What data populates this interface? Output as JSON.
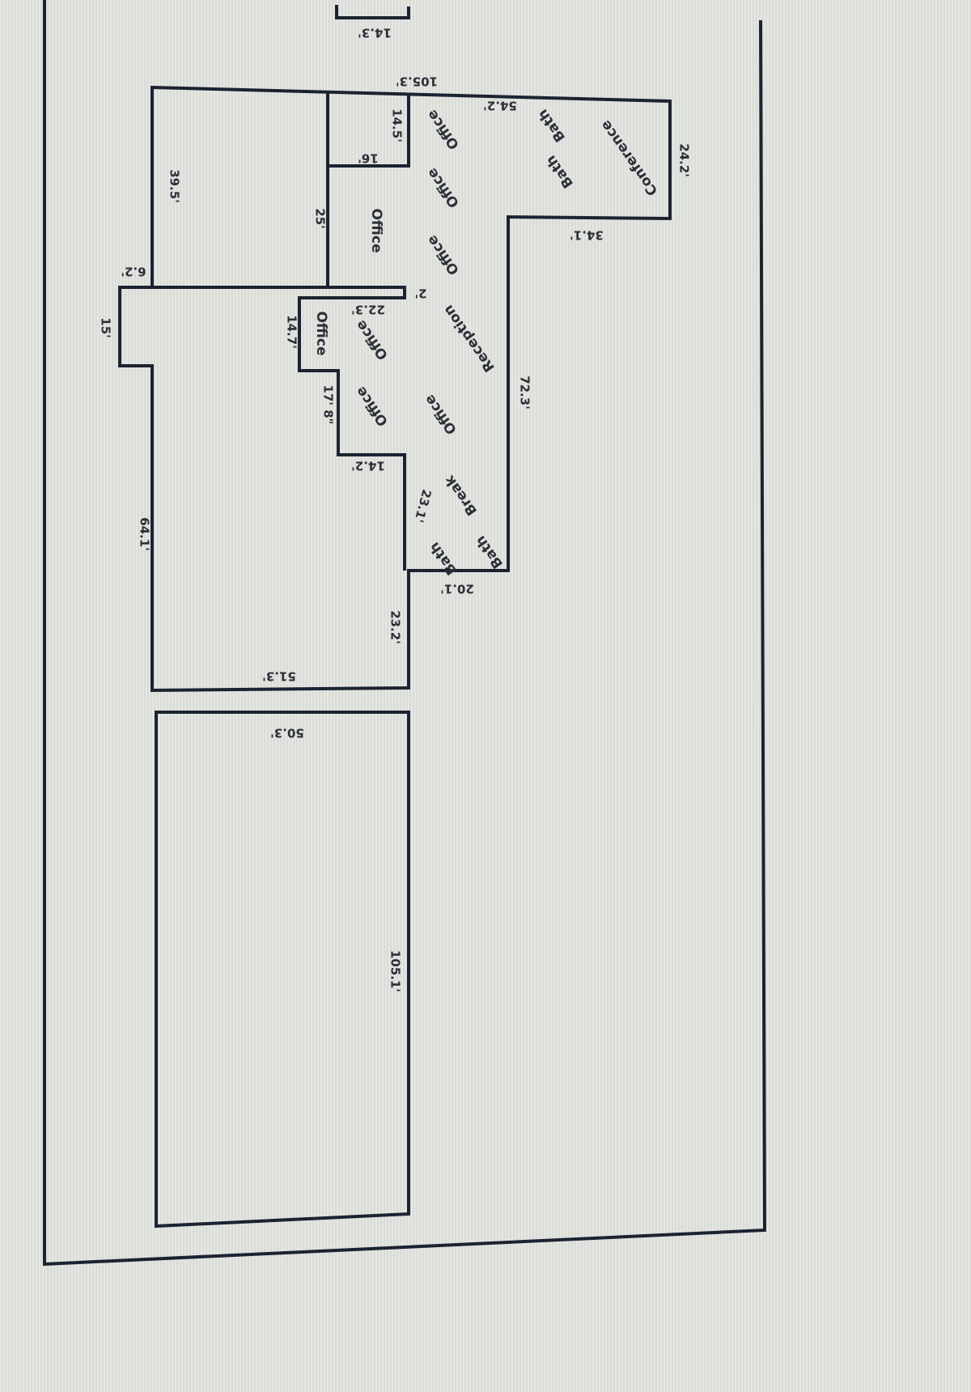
{
  "colors": {
    "wall": "#1c2330",
    "background": "#e2e4e0",
    "text": "#2b2f36"
  },
  "orientation": "upside-down",
  "dimensions": {
    "top_notch": "14.3'",
    "top_width": "105.3'",
    "small_room_height": "14.5'",
    "small_room_width": "16'",
    "left_room_height": "39.5'",
    "office_height": "25'",
    "step_left": "6.2'",
    "bump_width": "15'",
    "office_small_height": "14.7'",
    "office_small_width": "22.3'",
    "corridor": "2'",
    "step_mid": "17' 8\"",
    "step_low": "14.2'",
    "bath_width": "23.1'",
    "bath_area": "54.2'",
    "conference_width": "24.2'",
    "wing_width": "34.1'",
    "long_side": "72.3'",
    "bottom_step": "20.1'",
    "left_long": "64.1'",
    "right_lower": "23.2'",
    "lower_width": "51.3'",
    "annex_width": "50.3'",
    "annex_length": "105.1'"
  },
  "rooms": {
    "office_1": "Office",
    "office_2": "Office",
    "office_3": "Office",
    "office_4": "Office",
    "office_5": "Office",
    "office_6": "Office",
    "office_7": "Office",
    "office_8": "Office",
    "reception": "Reception",
    "bath_1": "Bath",
    "bath_2": "Bath",
    "bath_3": "Bath",
    "bath_4": "Bath",
    "break": "Break",
    "conference": "Conference"
  }
}
